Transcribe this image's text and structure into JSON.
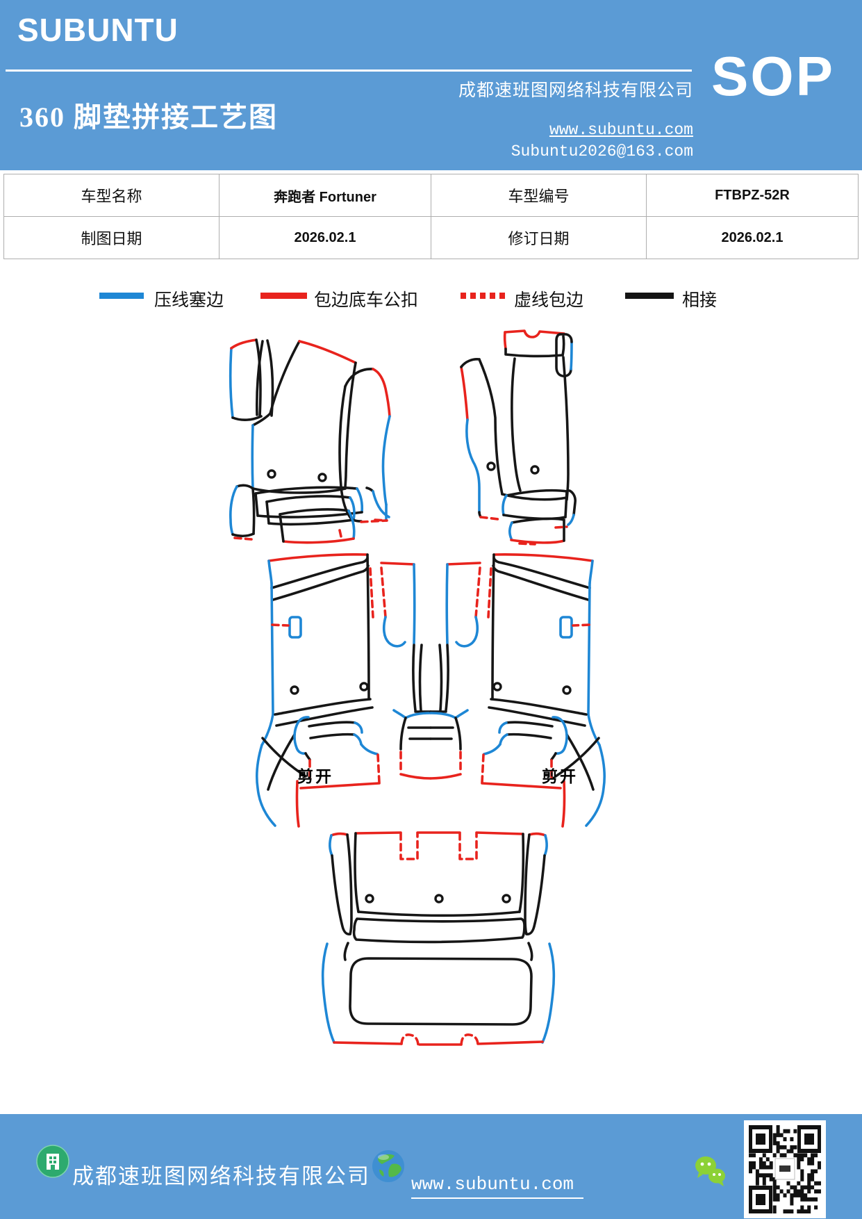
{
  "header": {
    "logo": "SUBUNTU",
    "company": "成都速班图网络科技有限公司",
    "title": "360 脚垫拼接工艺图",
    "sop": "SOP",
    "website": "www.subuntu.com",
    "email": "Subuntu2026@163.com"
  },
  "info_table": {
    "rows": [
      {
        "cells": [
          "车型名称",
          "奔跑者 Fortuner",
          "车型编号",
          "FTBPZ-52R"
        ]
      },
      {
        "cells": [
          "制图日期",
          "2026.02.1",
          "修订日期",
          "2026.02.1"
        ]
      }
    ]
  },
  "legend": {
    "items": [
      {
        "label": "压线塞边",
        "color": "#1e87d5",
        "style": "solid"
      },
      {
        "label": "包边底车公扣",
        "color": "#e8231d",
        "style": "solid"
      },
      {
        "label": "虚线包边",
        "color": "#e8231d",
        "style": "dashed"
      },
      {
        "label": "相接",
        "color": "#141414",
        "style": "solid"
      }
    ]
  },
  "diagram": {
    "cut_labels": [
      "剪开",
      "剪开"
    ]
  },
  "footer": {
    "company": "成都速班图网络科技有限公司",
    "website": "www.subuntu.com"
  },
  "colors": {
    "band_blue": "#5b9bd5",
    "line_blue": "#1e87d5",
    "line_red": "#e8231d",
    "line_black": "#161616",
    "wechat_green": "#8cd136",
    "building_icon_green": "#2daa6e"
  }
}
